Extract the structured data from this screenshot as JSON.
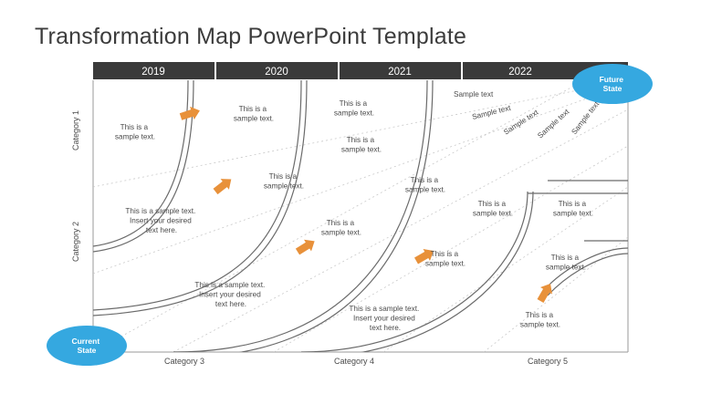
{
  "slide": {
    "title": "Transformation Map PowerPoint Template",
    "background": "#ffffff",
    "accent_blue": "#35a8e0",
    "accent_orange": "#e8913a",
    "header_dark": "#3a3a3a",
    "text_gray": "#4a4a4a"
  },
  "years": [
    {
      "label": "2019"
    },
    {
      "label": "2020"
    },
    {
      "label": "2021"
    },
    {
      "label": "2022"
    }
  ],
  "row_categories": [
    {
      "label": "Category 1"
    },
    {
      "label": "Category 2"
    }
  ],
  "column_categories": [
    {
      "label": "Category 3"
    },
    {
      "label": "Category 4"
    },
    {
      "label": "Category 5"
    }
  ],
  "bubbles": [
    {
      "id": "current-state",
      "line1": "Current",
      "line2": "State"
    },
    {
      "id": "future-state",
      "line1": "Future",
      "line2": "State"
    }
  ],
  "notes": [
    {
      "id": "note-1",
      "lines": [
        "This is a",
        "sample text."
      ]
    },
    {
      "id": "note-2",
      "lines": [
        "This is a",
        "sample text."
      ]
    },
    {
      "id": "note-3",
      "lines": [
        "This is a",
        "sample text."
      ]
    },
    {
      "id": "note-4",
      "lines": [
        "This is a",
        "sample text."
      ]
    },
    {
      "id": "note-5",
      "lines": [
        "This is a",
        "sample text."
      ]
    },
    {
      "id": "note-6",
      "lines": [
        "This is a sample text.",
        "Insert your desired",
        "text here."
      ]
    },
    {
      "id": "note-7",
      "lines": [
        "This is a",
        "sample text."
      ]
    },
    {
      "id": "note-8",
      "lines": [
        "This is a",
        "sample text."
      ]
    },
    {
      "id": "note-9",
      "lines": [
        "This is a",
        "sample text."
      ]
    },
    {
      "id": "note-10",
      "lines": [
        "This is a",
        "sample text."
      ]
    },
    {
      "id": "note-11",
      "lines": [
        "This is a sample text.",
        "Insert your desired",
        "text here."
      ]
    },
    {
      "id": "note-12",
      "lines": [
        "This is a",
        "sample text."
      ]
    },
    {
      "id": "note-13",
      "lines": [
        "This is a",
        "sample text."
      ]
    },
    {
      "id": "note-14",
      "lines": [
        "This is a",
        "sample text."
      ]
    },
    {
      "id": "note-15",
      "lines": [
        "This is a sample text.",
        "Insert your desired",
        "text here."
      ]
    },
    {
      "id": "note-16",
      "lines": [
        "This is a",
        "sample text."
      ]
    }
  ],
  "diagonal_labels": [
    {
      "id": "diag-1",
      "text": "Sample text"
    },
    {
      "id": "diag-2",
      "text": "Sample text"
    },
    {
      "id": "diag-3",
      "text": "Sample text"
    },
    {
      "id": "diag-4",
      "text": "Sample text"
    },
    {
      "id": "diag-5",
      "text": "Sample text"
    }
  ]
}
